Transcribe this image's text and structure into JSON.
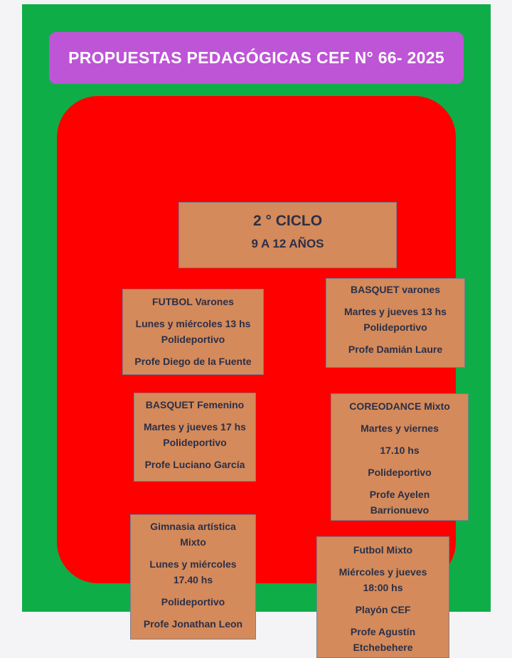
{
  "title": "PROPUESTAS PEDAGÓGICAS CEF N° 66- 2025",
  "header": {
    "cycle": "2 ° CICLO",
    "ages": "9 A 12 AÑOS"
  },
  "activities": [
    {
      "name": "FUTBOL Varones",
      "lines": [
        "Lunes y miércoles 13 hs",
        "Polideportivo",
        "Profe Diego de la Fuente"
      ]
    },
    {
      "name": "BASQUET varones",
      "lines": [
        "Martes y jueves 13 hs",
        "Polideportivo",
        "Profe Damián Laure"
      ]
    },
    {
      "name": "BASQUET Femenino",
      "lines": [
        "Martes y jueves 17 hs",
        "Polideportivo",
        "Profe Luciano García"
      ]
    },
    {
      "name": "COREODANCE Mixto",
      "lines": [
        "Martes y viernes",
        "17.10 hs",
        "Polideportivo",
        "Profe Ayelen",
        "Barrionuevo"
      ]
    },
    {
      "name": "Gimnasia artística",
      "name2": "Mixto",
      "lines": [
        "Lunes y miércoles",
        "17.40 hs",
        "Polideportivo",
        "Profe Jonathan Leon"
      ]
    },
    {
      "name": "Futbol Mixto",
      "lines": [
        "Miércoles y jueves",
        "18:00 hs",
        "Playón CEF",
        "Profe Agustín",
        "Etchebehere"
      ]
    }
  ],
  "colors": {
    "background": "#0fad47",
    "title_bar": "#bd55d6",
    "panel": "#ff0000",
    "box": "#d48a5a",
    "box_text": "#2b2f48"
  }
}
